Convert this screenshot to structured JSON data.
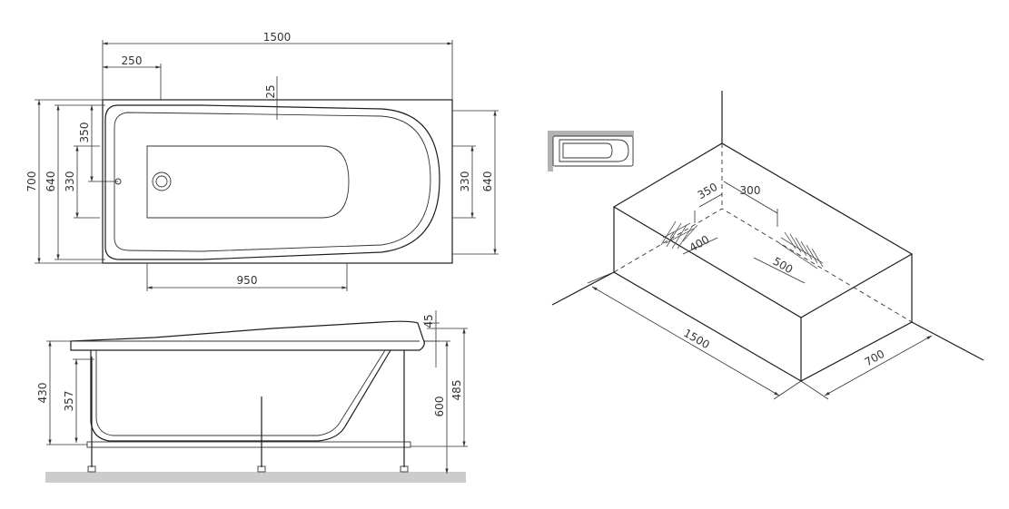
{
  "colors": {
    "line": "#1e1e1e",
    "floor": "#cccccc",
    "inset_frame": "#b3b3b3"
  },
  "top_view": {
    "overall_length": "1500",
    "drain_offset": "250",
    "rim_offset": "25",
    "overall_width": "700",
    "inner_width": "640",
    "drain_height": "350",
    "drain_gap": "330",
    "right_gap": "330",
    "right_width": "640",
    "bottom_length": "950"
  },
  "side_view": {
    "height_430": "430",
    "height_357": "357",
    "rim_45": "45",
    "leg_600": "600",
    "height_485": "485"
  },
  "iso_view": {
    "length": "1500",
    "width": "700",
    "wall_350": "350",
    "wall_300": "300",
    "wall_400": "400",
    "wall_500": "500"
  }
}
